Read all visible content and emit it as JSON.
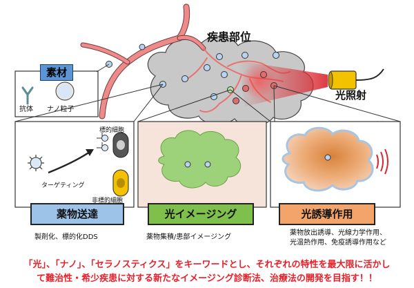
{
  "disease_site": "疾患部位",
  "light_irradiation": "光照射",
  "materials": {
    "title": "素材",
    "antibody": "抗体",
    "nanoparticle": "ナノ粒子"
  },
  "panels": [
    {
      "title": "薬物送達",
      "targeting": "ターゲティング",
      "target_cell": "標的細胞",
      "non_target_cell": "非標的細胞",
      "desc": [
        "製剤化、標的化DDS"
      ]
    },
    {
      "title": "光イメージング",
      "desc": [
        "薬物集積/患部イメージング"
      ]
    },
    {
      "title": "光誘導作用",
      "desc": [
        "薬物放出誘導、光線力学作用、",
        "光温熱作用、免疫誘導作用など"
      ]
    }
  ],
  "footer": [
    "「光」、「ナノ」、「セラノスティクス」をキーワードとし、それぞれの特性を最大限に活かし",
    "て難治性・希少疾患に対する新たなイメージング診断法、治療法の開発を目指す！！"
  ],
  "colors": {
    "vessel": "#ef8a8a",
    "cloud": "#c8c8c8",
    "material_title_bg": "#5b95d6",
    "panel1_title_bg": "#9dc3e8",
    "panel2_title_bg": "#7fbf4c",
    "panel3_title_bg": "#f3a46b",
    "footer_text": "#e8202a",
    "light_beam": "#d9262e",
    "light_source": "#f2c200"
  }
}
